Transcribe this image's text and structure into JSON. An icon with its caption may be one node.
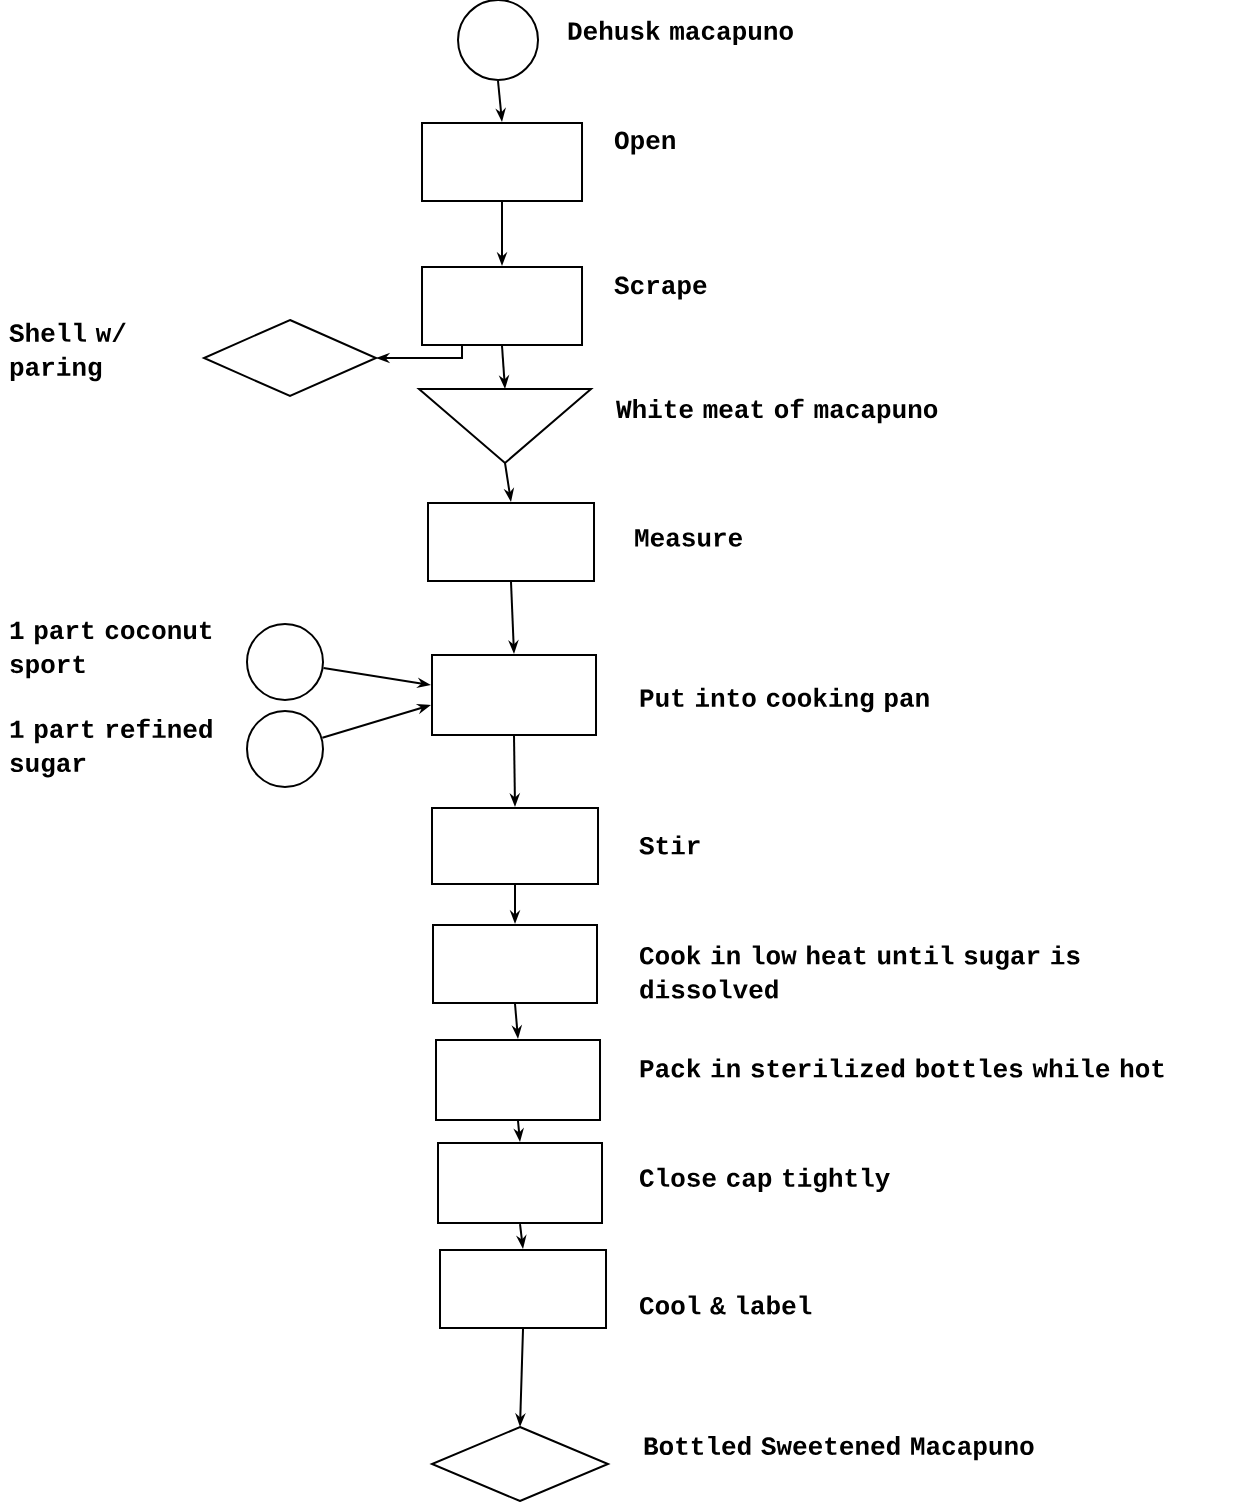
{
  "diagram": {
    "nodes": [
      {
        "text": [
          "Dehusk macapuno"
        ]
      },
      {
        "text": [
          "Open"
        ]
      },
      {
        "text": [
          "Scrape"
        ]
      },
      {
        "text": [
          "Shell w/ paring"
        ]
      },
      {
        "text": [
          "White meat of macapuno"
        ]
      },
      {
        "text": [
          "Measure"
        ]
      },
      {
        "text": [
          "1 part coconut sport"
        ]
      },
      {
        "text": [
          "1 part refined sugar"
        ]
      },
      {
        "text": [
          "Put into cooking pan"
        ]
      },
      {
        "text": [
          "Stir"
        ]
      },
      {
        "text": [
          "Cook in low heat until sugar is dissolved"
        ]
      },
      {
        "text": [
          "Pack in sterilized bottles while hot"
        ]
      },
      {
        "text": [
          "Close cap tightly"
        ]
      },
      {
        "text": [
          "Cool & label"
        ]
      },
      {
        "text": [
          "Bottled Sweetened Macapuno"
        ]
      }
    ],
    "edges": [
      {
        "from": 0,
        "to": 1,
        "arrow": "to"
      },
      {
        "from": 1,
        "to": 2,
        "arrow": "to"
      },
      {
        "from": 2,
        "to": 3,
        "arrow": "to"
      },
      {
        "from": 2,
        "to": 4,
        "arrow": "to"
      },
      {
        "from": 4,
        "to": 5,
        "arrow": "to"
      },
      {
        "from": 5,
        "to": 8,
        "arrow": "to"
      },
      {
        "from": 6,
        "to": 8,
        "arrow": "to"
      },
      {
        "from": 7,
        "to": 8,
        "arrow": "to"
      },
      {
        "from": 8,
        "to": 9,
        "arrow": "to"
      },
      {
        "from": 9,
        "to": 10,
        "arrow": "to"
      },
      {
        "from": 10,
        "to": 11,
        "arrow": "to"
      },
      {
        "from": 11,
        "to": 12,
        "arrow": "to"
      },
      {
        "from": 12,
        "to": 13,
        "arrow": "to"
      },
      {
        "from": 13,
        "to": 14,
        "arrow": "to"
      }
    ]
  }
}
